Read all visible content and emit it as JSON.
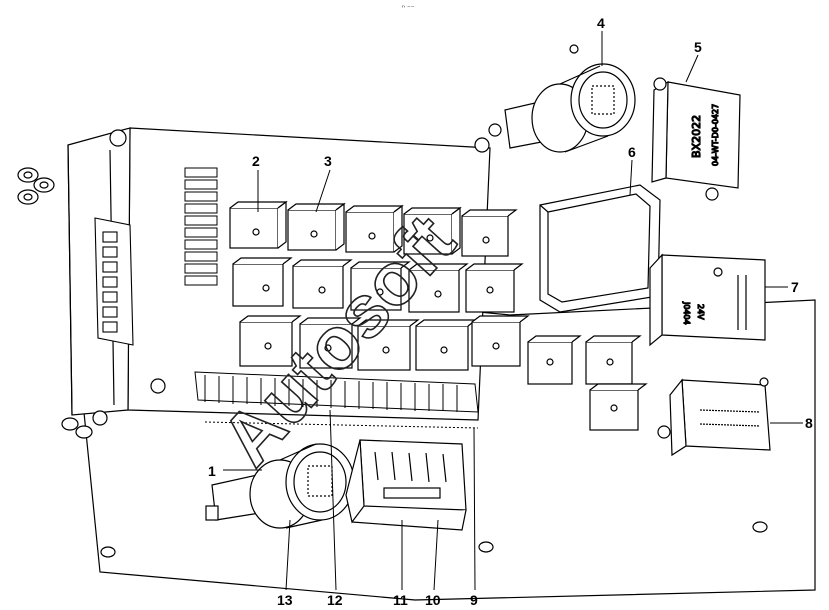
{
  "header_mark": "ⁿ ⁻⁻",
  "callouts": [
    {
      "id": "1",
      "label": "1"
    },
    {
      "id": "2",
      "label": "2"
    },
    {
      "id": "3",
      "label": "3"
    },
    {
      "id": "4",
      "label": "4"
    },
    {
      "id": "5",
      "label": "5"
    },
    {
      "id": "6",
      "label": "6"
    },
    {
      "id": "7",
      "label": "7"
    },
    {
      "id": "8",
      "label": "8"
    },
    {
      "id": "9",
      "label": "9"
    },
    {
      "id": "10",
      "label": "10"
    },
    {
      "id": "11",
      "label": "11"
    },
    {
      "id": "12",
      "label": "12"
    },
    {
      "id": "13",
      "label": "13"
    }
  ],
  "module_5": {
    "line1": "BX2022",
    "line2": "04-WT-D0-0427"
  },
  "module_7": {
    "line1": "J0404",
    "line2": "24V"
  },
  "watermark": "Autosoft"
}
